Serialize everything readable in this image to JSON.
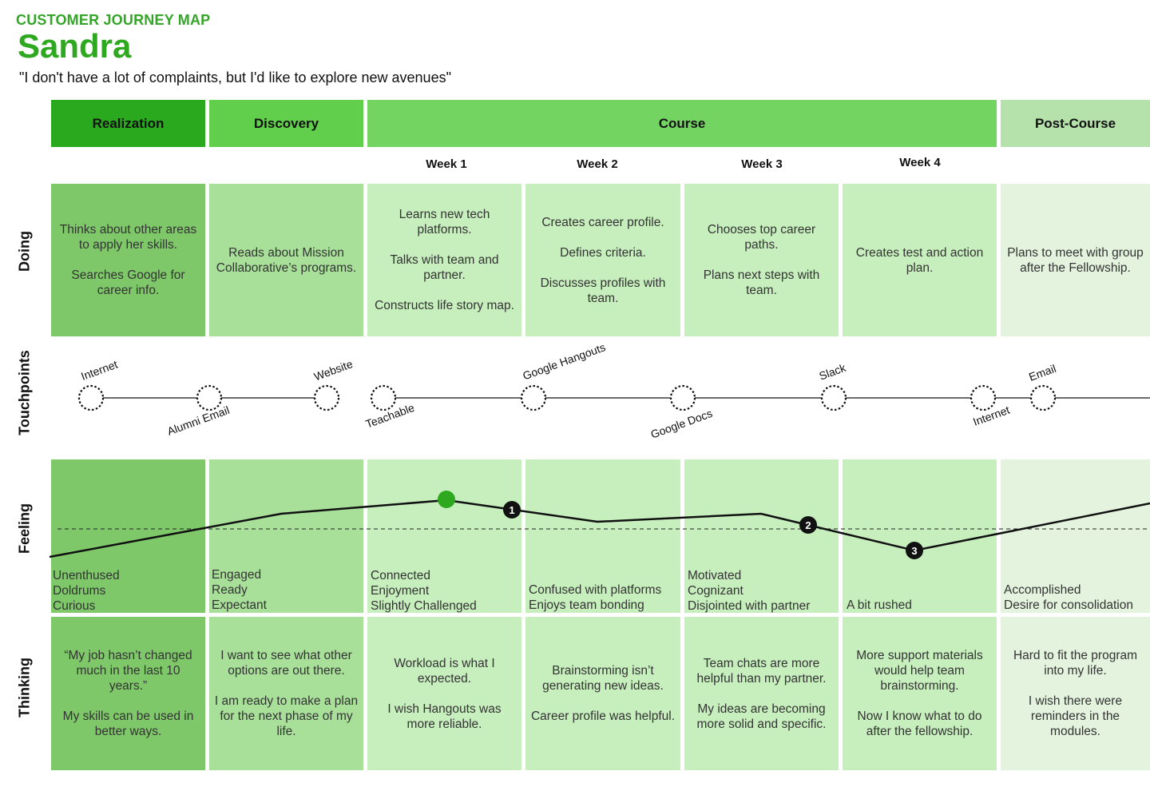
{
  "header": {
    "map_label": "CUSTOMER JOURNEY MAP",
    "persona": "Sandra",
    "quote": "\"I don't have a lot of complaints, but I'd like to explore new avenues\""
  },
  "colors": {
    "phase_realization": "#2aa81e",
    "phase_discovery": "#62cf4c",
    "phase_course": "#74d462",
    "phase_post": "#b5e1aa",
    "col_realization": "#7ec86a",
    "col_discovery": "#a8e09a",
    "col_course": "#c7efbd",
    "col_post": "#e3f3de",
    "accent_dot": "#2ea81f"
  },
  "phases": [
    "Realization",
    "Discovery",
    "Course",
    "Post-Course"
  ],
  "weeks": [
    "Week 1",
    "Week 2",
    "Week 3",
    "Week 4"
  ],
  "row_labels": {
    "doing": "Doing",
    "touchpoints": "Touchpoints",
    "feeling": "Feeling",
    "thinking": "Thinking"
  },
  "doing": [
    "Thinks about other areas to apply her skills.\n\nSearches Google for career info.",
    "Reads about Mission Collaborative’s programs.",
    "Learns new tech platforms.\n\nTalks with team and partner.\n\nConstructs life story map.",
    "Creates career profile.\n\nDefines criteria.\n\nDiscusses profiles with team.",
    "Chooses top career paths.\n\nPlans next steps with team.",
    "Creates test and action plan.",
    "Plans to meet with group after the Fellowship."
  ],
  "touchpoints": [
    "Internet",
    "Alumni Email",
    "Website",
    "Teachable",
    "Google Hangouts",
    "Google Docs",
    "Slack",
    "Internet",
    "Email"
  ],
  "feelings": [
    "Unenthused\nDoldrums\nCurious",
    "Engaged\nReady\nExpectant",
    "Connected\nEnjoyment\nSlightly Challenged",
    "Confused with platforms\nEnjoys team bonding",
    "Motivated\nCognizant\nDisjointed with partner",
    "A bit rushed",
    "Accomplished\nDesire for consolidation"
  ],
  "markers": [
    "1",
    "2",
    "3"
  ],
  "thinking": [
    "“My job hasn’t changed much in the last 10 years.”\n\nMy skills can be used in better ways.",
    "I want to see what other options are out there.\n\nI am ready to make a plan for the next phase of my life.",
    "Workload is what I expected.\n\nI wish Hangouts was more reliable.",
    "Brainstorming isn’t generating new ideas.\n\nCareer profile was helpful.",
    "Team chats are more helpful than my partner.\n\nMy ideas are becoming more solid and specific.",
    "More support materials would help team brainstorming.\n\nNow I know what to do after the fellowship.",
    "Hard to fit the program into my life.\n\nI wish there were reminders in the modules."
  ]
}
